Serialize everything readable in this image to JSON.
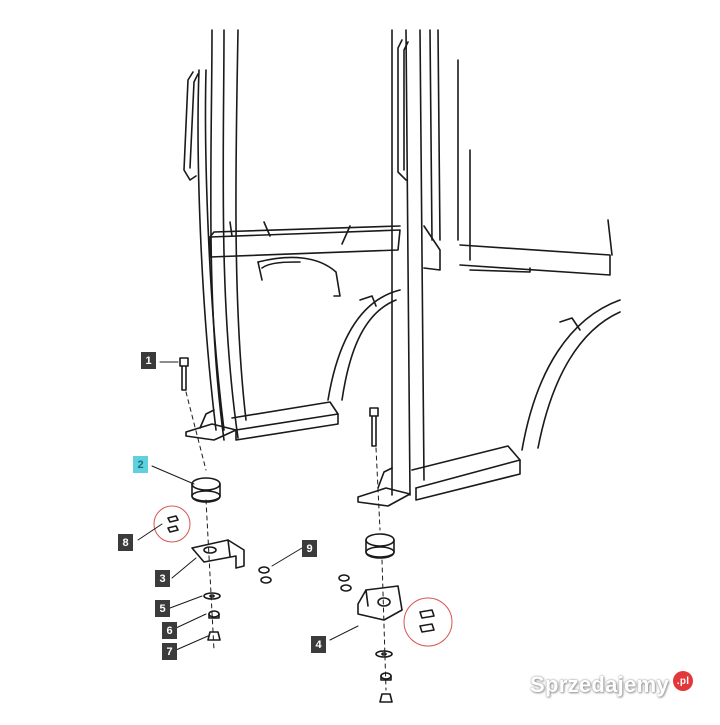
{
  "diagram": {
    "callouts": [
      {
        "id": "1",
        "label": "1"
      },
      {
        "id": "2",
        "label": "2"
      },
      {
        "id": "3",
        "label": "3"
      },
      {
        "id": "4",
        "label": "4"
      },
      {
        "id": "5",
        "label": "5"
      },
      {
        "id": "6",
        "label": "6"
      },
      {
        "id": "7",
        "label": "7"
      },
      {
        "id": "8",
        "label": "8"
      },
      {
        "id": "9",
        "label": "9"
      }
    ],
    "active_callout": "2",
    "colors": {
      "line": "#1a1a1a",
      "callout_bg": "#3b3b3b",
      "callout_active_bg": "#5fd0dd",
      "highlight_circle": "#d9534f"
    }
  },
  "watermark": {
    "text": "Sprzedajemy",
    "badge": ".pl"
  }
}
